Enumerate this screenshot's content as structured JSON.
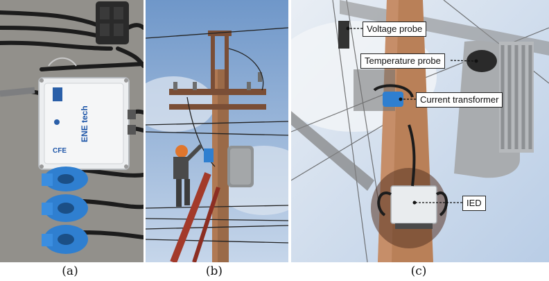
{
  "figure": {
    "captions": [
      "(a)",
      "(b)",
      "(c)"
    ]
  },
  "panel_a": {
    "device_text": [
      "CFE",
      "ENE",
      "tech"
    ]
  },
  "panel_c": {
    "labels": {
      "voltage_probe": "Voltage probe",
      "temperature_probe": "Temperature probe",
      "current_transformer": "Current transformer",
      "ied": "IED"
    }
  },
  "colors": {
    "sky": "#b9cde6",
    "pole": "#b98058",
    "ct_blue": "#2f7fd0",
    "enclosure": "#e9ecee"
  }
}
